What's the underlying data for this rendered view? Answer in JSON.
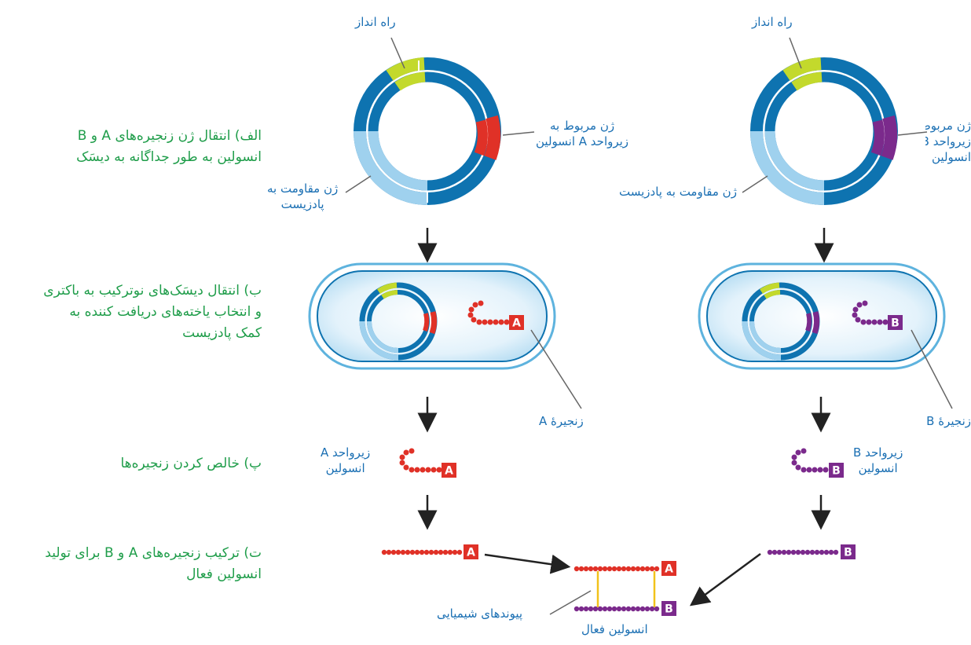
{
  "steps": {
    "a_line1": "الف) انتقال ژن زنجیره‌های A و B",
    "a_line2": "انسولین به طور جداگانه به دیسَک",
    "b_line1": "ب) انتقال دیسَک‌های نوترکیب به باکتری",
    "b_line2": "و انتخاب یاخته‌های دریافت کننده به",
    "b_line3": "کمک پادزیست",
    "p_line1": "پ) خالص کردن زنجیره‌ها",
    "t_line1": "ت) ترکیب زنجیره‌های A و B برای تولید",
    "t_line2": "انسولین فعال"
  },
  "labels": {
    "promoter_left": "راه انداز",
    "promoter_right": "راه انداز",
    "geneA_line1": "ژن مربوط به",
    "geneA_line2": "زیرواحد A انسولین",
    "geneB_line1": "ژن مربوط",
    "geneB_line2": "زیرواحد B",
    "geneB_line3": "انسولین",
    "resist_left_line1": "ژن مقاومت به",
    "resist_left_line2": "پادزیست",
    "resist_right": "ژن مقاومت به پادزیست",
    "chainA": "زنجیرۀ A",
    "chainB": "زنجیرۀ B",
    "subA_line1": "زیرواحد A",
    "subA_line2": "انسولین",
    "subB_line1": "زیرواحد B",
    "subB_line2": "انسولین",
    "bonds": "پیوندهای شیمیایی",
    "active": "انسولین فعال"
  },
  "tags": {
    "a": "A",
    "b": "B"
  },
  "colors": {
    "plasmid_dark": "#0e73b0",
    "plasmid_light": "#9fd1ee",
    "promoter": "#c3d92c",
    "gene_a": "#e03127",
    "gene_b": "#7b2a8c",
    "step_text": "#1f9d4a",
    "label_text": "#1a6fb3",
    "bond": "#f2c21b"
  }
}
